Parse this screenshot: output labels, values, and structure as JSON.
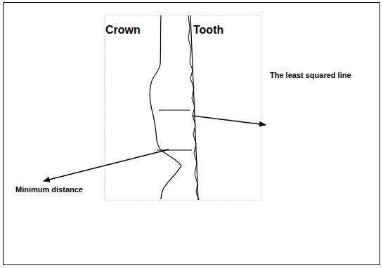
{
  "diagram": {
    "labels": [
      "Crown",
      "Tooth",
      "The least squared line",
      "Minimum distance"
    ]
  }
}
